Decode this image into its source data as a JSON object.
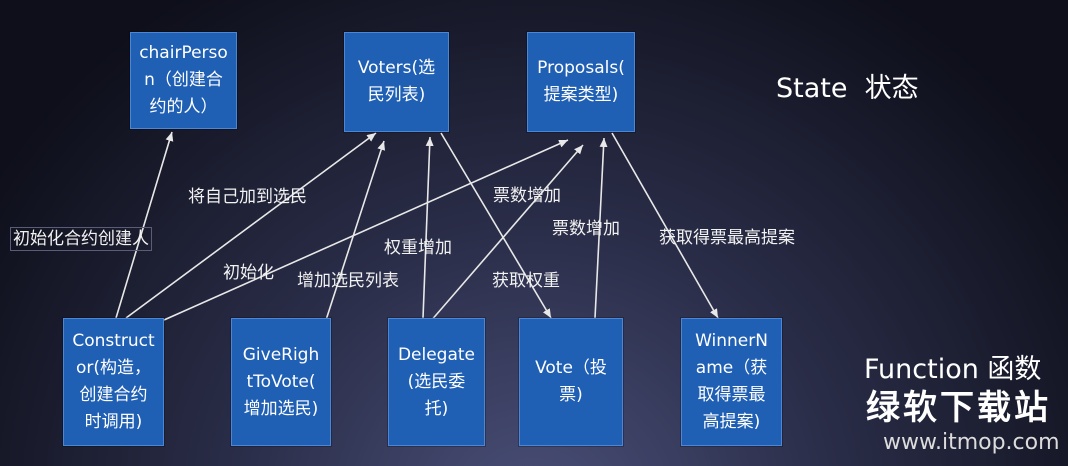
{
  "state_label": "State  状态",
  "function_label": "Function 函数",
  "state_boxes": {
    "chairperson": "chairPerso\nn（创建合\n约的人）",
    "voters": "Voters(选\n民列表)",
    "proposals": "Proposals(\n提案类型)"
  },
  "function_boxes": {
    "constructor": "Construct\nor(构造，\n创建合约\n时调用)",
    "giverighttovote": "GiveRigh\ntToVote(\n增加选民)",
    "delegate": "Delegate\n(选民委\n托)",
    "vote": "Vote（投\n票)",
    "winnername": "WinnerN\name（获\n取得票最\n高提案)"
  },
  "edge_labels": {
    "init_creator": "初始化合约创建人",
    "add_self_voter": "将自己加到选民",
    "init": "初始化",
    "add_voter_list": "增加选民列表",
    "weight_add": "权重增加",
    "get_weight": "获取权重",
    "vote_add_1": "票数增加",
    "vote_add_2": "票数增加",
    "get_highest": "获取得票最高提案"
  },
  "watermark": {
    "site_name": "绿软下载站",
    "url": "www.itmop.com"
  }
}
